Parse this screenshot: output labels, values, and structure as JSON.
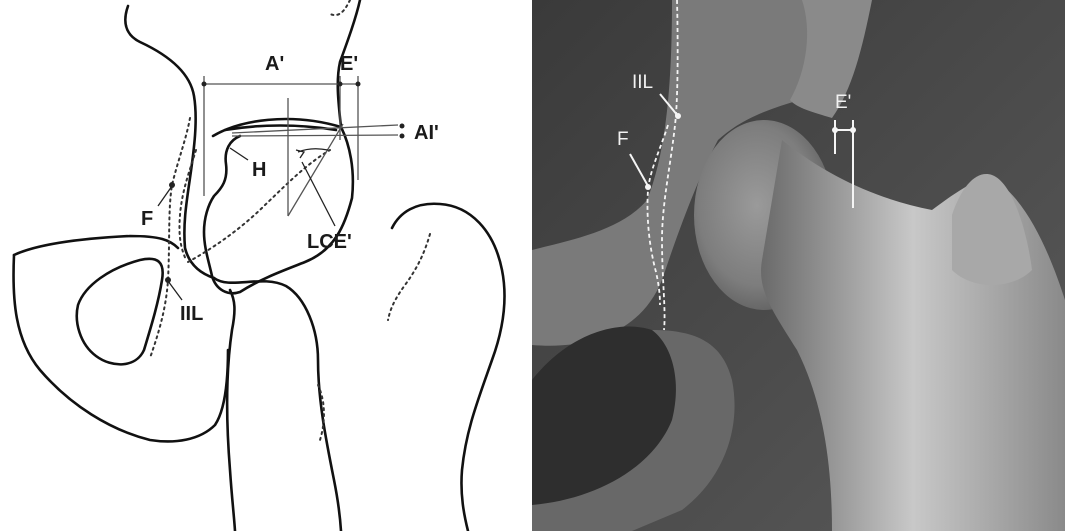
{
  "drawing": {
    "labels": {
      "a_prime": "A'",
      "e_prime": "E'",
      "ai_prime": "AI'",
      "h": "H",
      "f": "F",
      "lce_prime": "LCE'",
      "iil": "IIL"
    }
  },
  "xray": {
    "labels": {
      "iil": "IIL",
      "f": "F",
      "e_prime": "E'"
    }
  }
}
